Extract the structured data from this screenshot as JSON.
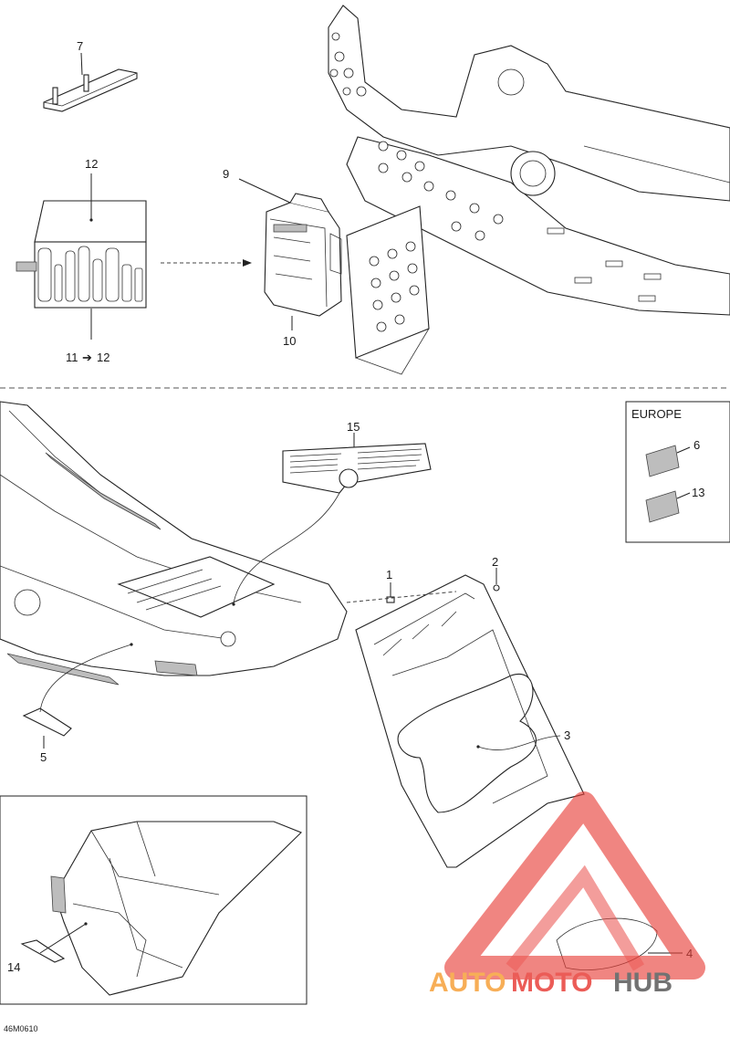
{
  "diagram": {
    "code": "46M0610",
    "europe_box_label": "EUROPE",
    "callouts": {
      "c1": "1",
      "c2": "2",
      "c3": "3",
      "c4": "4",
      "c5": "5",
      "c6": "6",
      "c7": "7",
      "c9": "9",
      "c10": "10",
      "c11": "11",
      "c12": "12",
      "c12b": "12",
      "c13": "13",
      "c14": "14",
      "c15": "15"
    },
    "arrow_glyph": "➔"
  },
  "watermark": {
    "word_auto": "AUTO",
    "word_moto": "MOTO",
    "word_hub": "HUB",
    "color_orange": "#f6a13a",
    "color_red": "#e8403a",
    "color_grey": "#5a5a5a"
  }
}
